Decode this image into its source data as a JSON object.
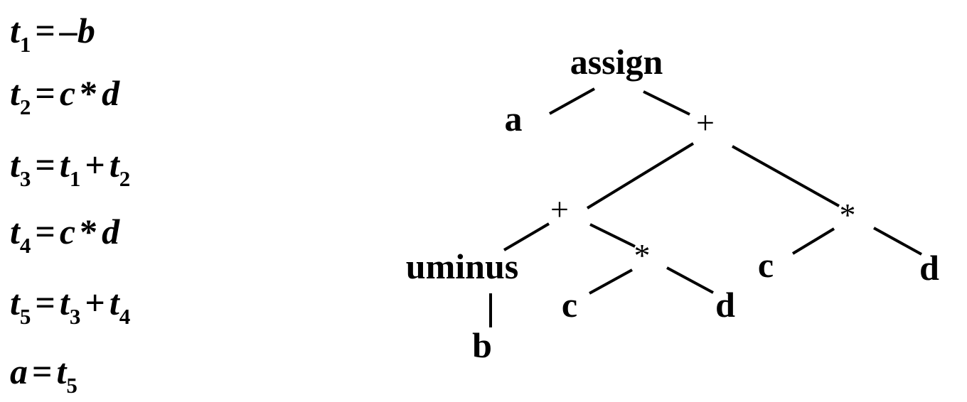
{
  "code": {
    "lines": [
      {
        "lhs": "t",
        "lhs_sub": "1",
        "eq": "=",
        "rhs": [
          {
            "t": "–b"
          }
        ]
      },
      {
        "lhs": "t",
        "lhs_sub": "2",
        "eq": "=",
        "rhs": [
          {
            "t": "c"
          },
          {
            "op": "*"
          },
          {
            "t": "d"
          }
        ]
      },
      {
        "lhs": "t",
        "lhs_sub": "3",
        "eq": "=",
        "rhs": [
          {
            "t": "t",
            "s": "1"
          },
          {
            "op": "+"
          },
          {
            "t": "t",
            "s": "2"
          }
        ]
      },
      {
        "lhs": "t",
        "lhs_sub": "4",
        "eq": "=",
        "rhs": [
          {
            "t": "c"
          },
          {
            "op": "*"
          },
          {
            "t": "d"
          }
        ]
      },
      {
        "lhs": "t",
        "lhs_sub": "5",
        "eq": "=",
        "rhs": [
          {
            "t": "t",
            "s": "3"
          },
          {
            "op": "+"
          },
          {
            "t": "t",
            "s": "4"
          }
        ]
      },
      {
        "lhs": "a",
        "lhs_sub": "",
        "eq": "=",
        "rhs": [
          {
            "t": "t",
            "s": "5"
          }
        ]
      }
    ]
  },
  "tree": {
    "nodes": {
      "assign": "assign",
      "a": "a",
      "plus_top": "+",
      "plus_left": "+",
      "star_right": "*",
      "uminus": "uminus",
      "b": "b",
      "star_mid": "*",
      "c_mid": "c",
      "d_mid": "d",
      "c_right": "c",
      "d_right": "d"
    },
    "edges": [
      [
        "assign",
        "a"
      ],
      [
        "assign",
        "plus_top"
      ],
      [
        "plus_top",
        "plus_left"
      ],
      [
        "plus_top",
        "star_right"
      ],
      [
        "plus_left",
        "uminus"
      ],
      [
        "plus_left",
        "star_mid"
      ],
      [
        "uminus",
        "b"
      ],
      [
        "star_mid",
        "c_mid"
      ],
      [
        "star_mid",
        "d_mid"
      ],
      [
        "star_right",
        "c_right"
      ],
      [
        "star_right",
        "d_right"
      ]
    ]
  }
}
